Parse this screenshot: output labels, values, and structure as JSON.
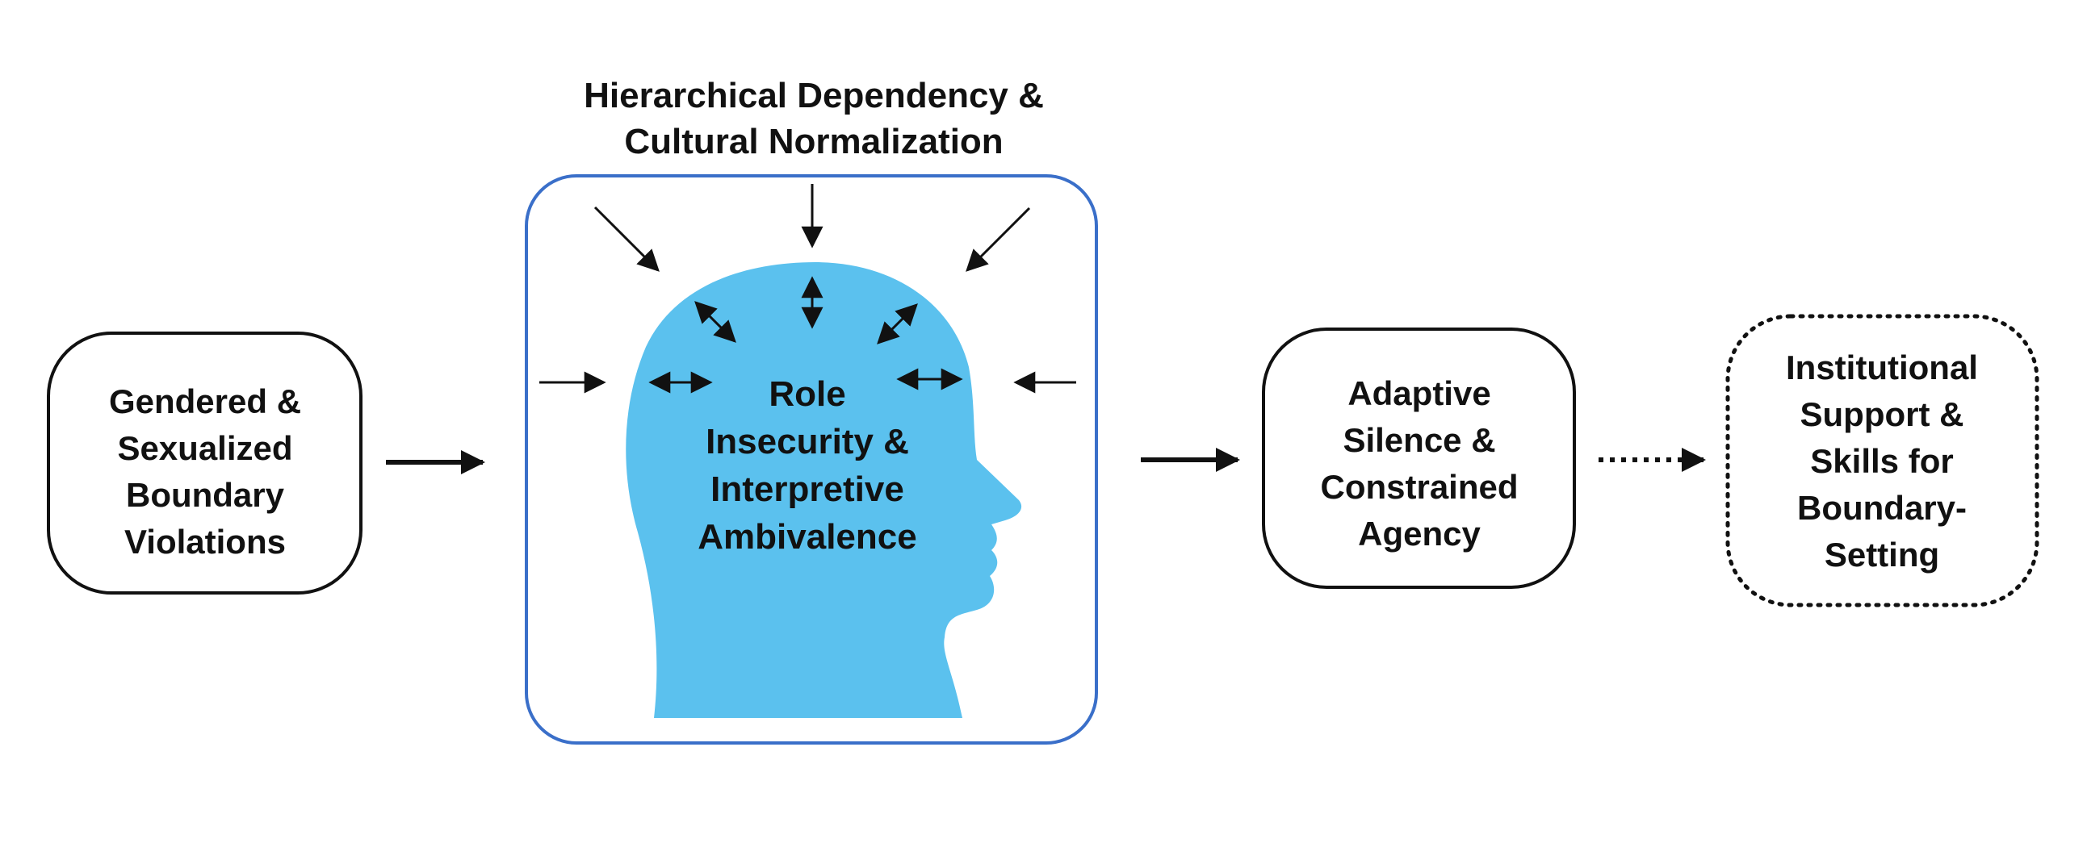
{
  "context_label": {
    "line1": "Hierarchical Dependency &",
    "line2": "Cultural Normalization"
  },
  "boxes": {
    "input": {
      "lines": [
        "Gendered &",
        "Sexualized",
        "Boundary",
        "Violations"
      ]
    },
    "head": {
      "lines": [
        "Role",
        "Insecurity &",
        "Interpretive",
        "Ambivalence"
      ]
    },
    "outcome": {
      "lines": [
        "Adaptive",
        "Silence &",
        "Constrained",
        "Agency"
      ]
    },
    "intervention": {
      "lines": [
        "Institutional",
        "Support &",
        "Skills for",
        "Boundary-",
        "Setting"
      ]
    }
  },
  "colors": {
    "head_fill": "#5bc1ee",
    "frame_stroke": "#3a6fc9",
    "box_stroke": "#111111",
    "arrow": "#111111"
  },
  "icons": {
    "head": "human-head-silhouette"
  }
}
